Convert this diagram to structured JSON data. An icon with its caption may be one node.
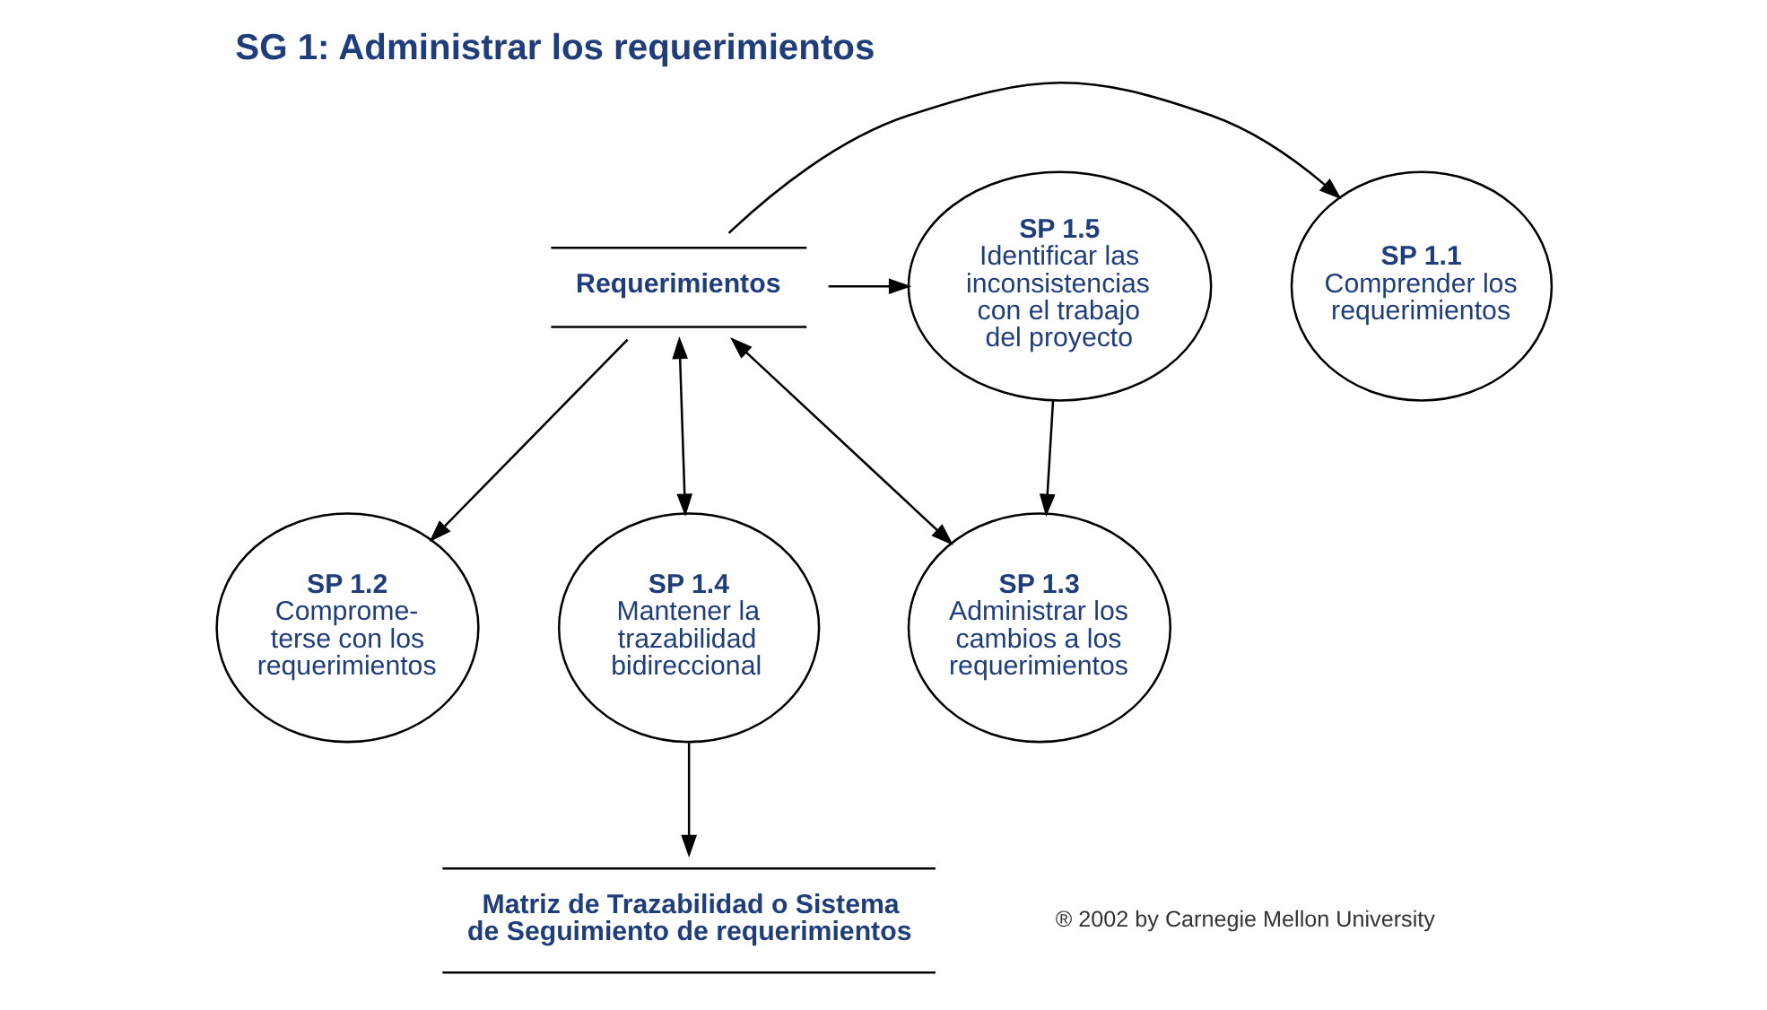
{
  "diagram": {
    "title": "SG 1: Administrar los requerimientos",
    "nodes": [
      {
        "text": [
          "SP 1.1",
          "Comprender los requerimientos"
        ]
      },
      {
        "text": [
          "Requerimientos"
        ]
      },
      {
        "text": [
          "SP 1.5",
          "Identificar las inconsistencias con el trabajo del proyecto"
        ]
      },
      {
        "text": [
          "SP 1.2",
          "Comprome- terse con los requerimientos"
        ]
      },
      {
        "text": [
          "SP 1.3",
          "Administrar los cambios a los requerimientos"
        ]
      },
      {
        "text": [
          "SP 1.4",
          "Mantener la trazabilidad bidireccional"
        ]
      },
      {
        "text": [
          "Matriz de Trazabilidad o Sistema de Seguimiento de requerimientos"
        ]
      }
    ],
    "edges": [
      {
        "from": 1,
        "to": 0,
        "arrow": "to"
      },
      {
        "from": 1,
        "to": 2,
        "arrow": "to"
      },
      {
        "from": 1,
        "to": 3,
        "arrow": "to"
      },
      {
        "from": 1,
        "to": 4,
        "arrow": "both"
      },
      {
        "from": 2,
        "to": 4,
        "arrow": "to"
      },
      {
        "from": 1,
        "to": 5,
        "arrow": "both"
      },
      {
        "from": 5,
        "to": 6,
        "arrow": "to"
      }
    ],
    "labels": [
      "® 2002 by Carnegie Mellon University"
    ]
  }
}
